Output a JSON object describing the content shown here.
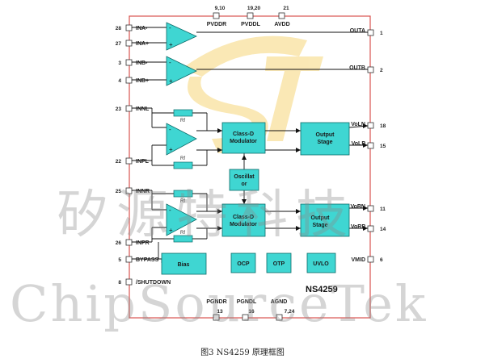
{
  "pins": {
    "p28": "28",
    "p27": "27",
    "p3": "3",
    "p4": "4",
    "p23": "23",
    "p22": "22",
    "p25": "25",
    "p26": "26",
    "p5": "5",
    "p8": "8",
    "top1": "9,10",
    "top2": "19,20",
    "top3": "21",
    "r1": "1",
    "r2": "2",
    "r18": "18",
    "r15": "15",
    "r11": "11",
    "r14": "14",
    "r6": "6",
    "b1": "13",
    "b2": "16",
    "b3": "7,24"
  },
  "signals": {
    "ina_m": "INA-",
    "ina_p": "INA+",
    "inb_m": "INB-",
    "inb_p": "INB+",
    "innl": "INNL",
    "inpl": "INPL",
    "innr": "INNR",
    "inpr": "INPR",
    "bypass": "BYPASS",
    "shutdown": "/SHUTDOWN",
    "pvddr": "PVDDR",
    "pvddl": "PVDDL",
    "avdd": "AVDD",
    "outa": "OUTA",
    "outb": "OUTB",
    "voln": "VoLN",
    "volp": "VoLP",
    "vorn": "VoRN",
    "vorp": "VoRP",
    "vmid": "VMID",
    "pgndr": "PGNDR",
    "pgndl": "PGNDL",
    "agnd": "AGND"
  },
  "blocks": {
    "cdm_top_1": "Class-D",
    "cdm_top_2": "Modulator",
    "cdm_bot_1": "Class-D",
    "cdm_bot_2": "Modulator",
    "os_top_1": "Output",
    "os_top_2": "Stage",
    "os_bot_1": "Output",
    "os_bot_2": "Stage",
    "osc_1": "Oscillat",
    "osc_2": "or",
    "bias": "Bias",
    "ocp": "OCP",
    "otp": "OTP",
    "uvlo": "UVLO",
    "rf": "Rf"
  },
  "chip_name": "NS4259",
  "watermark": {
    "cn": "矽源特科技",
    "en": "ChipSourceTek"
  },
  "caption": "图3  NS4259 原理框图",
  "colors": {
    "border": "#d9534f",
    "block": "#3fd6d2",
    "amp": "#3fd6d2",
    "resistor": "#3fd6d2",
    "wire": "#111111",
    "logo": "#f6d77a"
  }
}
